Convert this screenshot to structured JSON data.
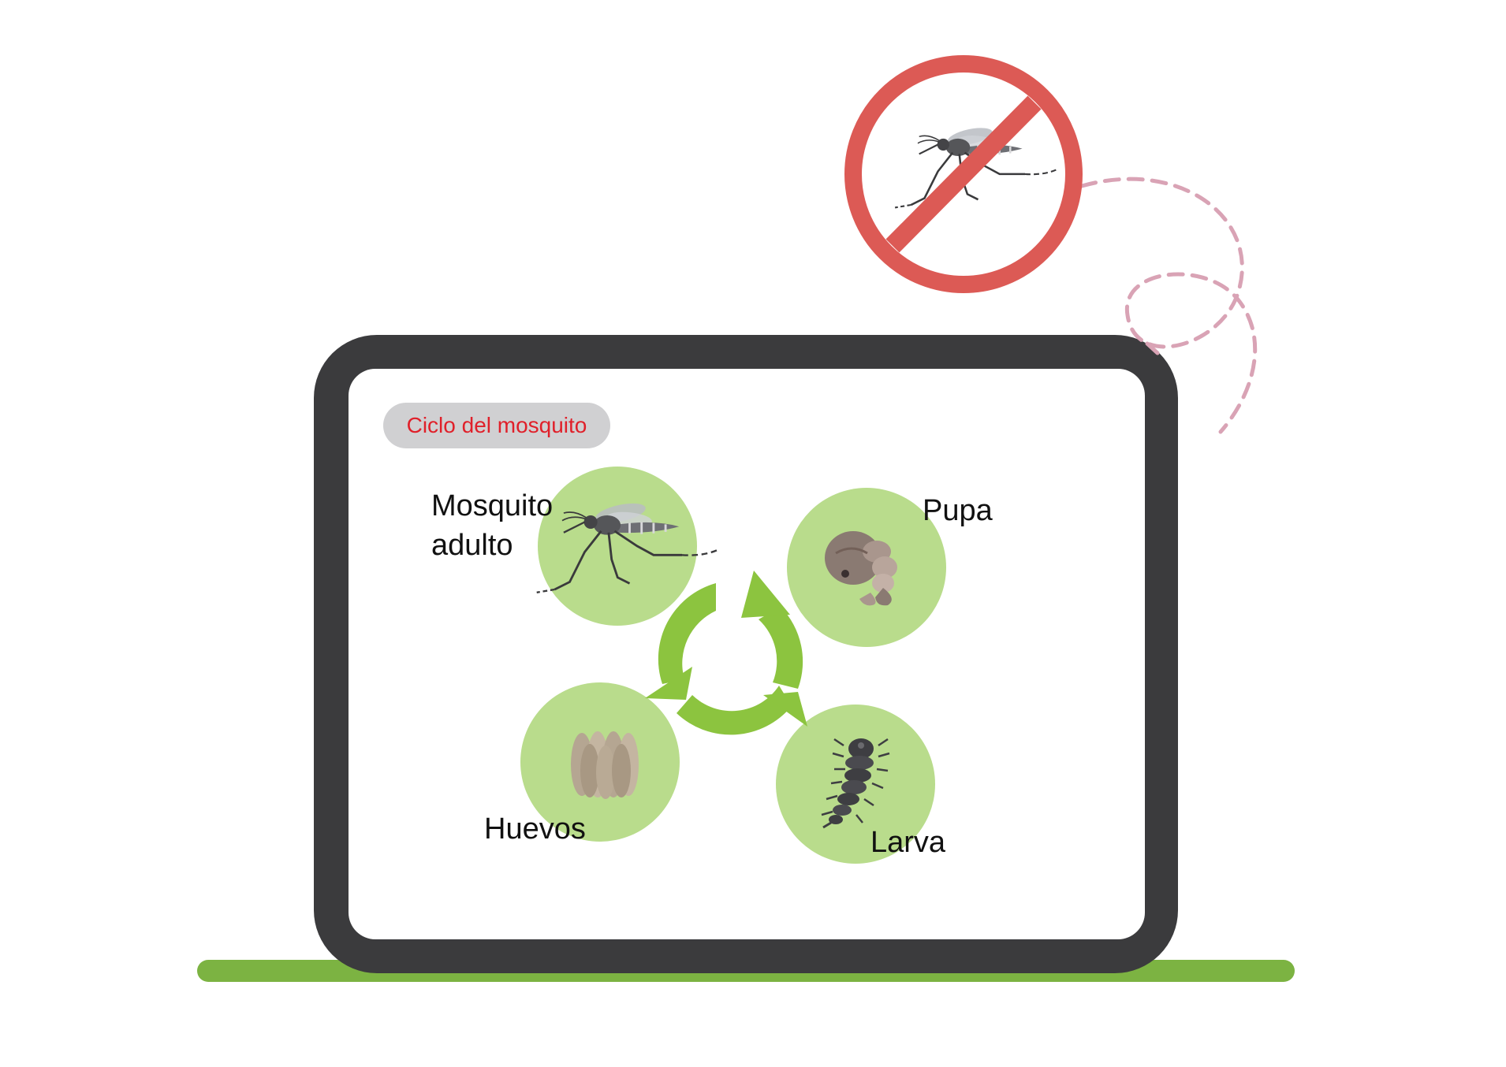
{
  "badge": {
    "text": "Ciclo del mosquito"
  },
  "stages": {
    "adult": {
      "line1": "Mosquito",
      "line2": "adulto"
    },
    "pupa": {
      "label": "Pupa"
    },
    "larva": {
      "label": "Larva"
    },
    "eggs": {
      "label": "Huevos"
    }
  },
  "colors": {
    "frame": "#3b3b3d",
    "screen": "#ffffff",
    "stage_circle": "#b9dc8c",
    "cycle_arrow": "#8cc43f",
    "floor": "#7cb342",
    "badge_bg": "#d0d0d2",
    "badge_text": "#e0202a",
    "prohibition": "#dc5a55",
    "dashed_trail": "#d9a3b5"
  },
  "icons": {
    "top": "no-mosquito-icon",
    "adult": "mosquito-icon",
    "pupa": "pupa-icon",
    "larva": "larva-icon",
    "eggs": "eggs-icon",
    "cycle": "cycle-arrows-icon"
  }
}
